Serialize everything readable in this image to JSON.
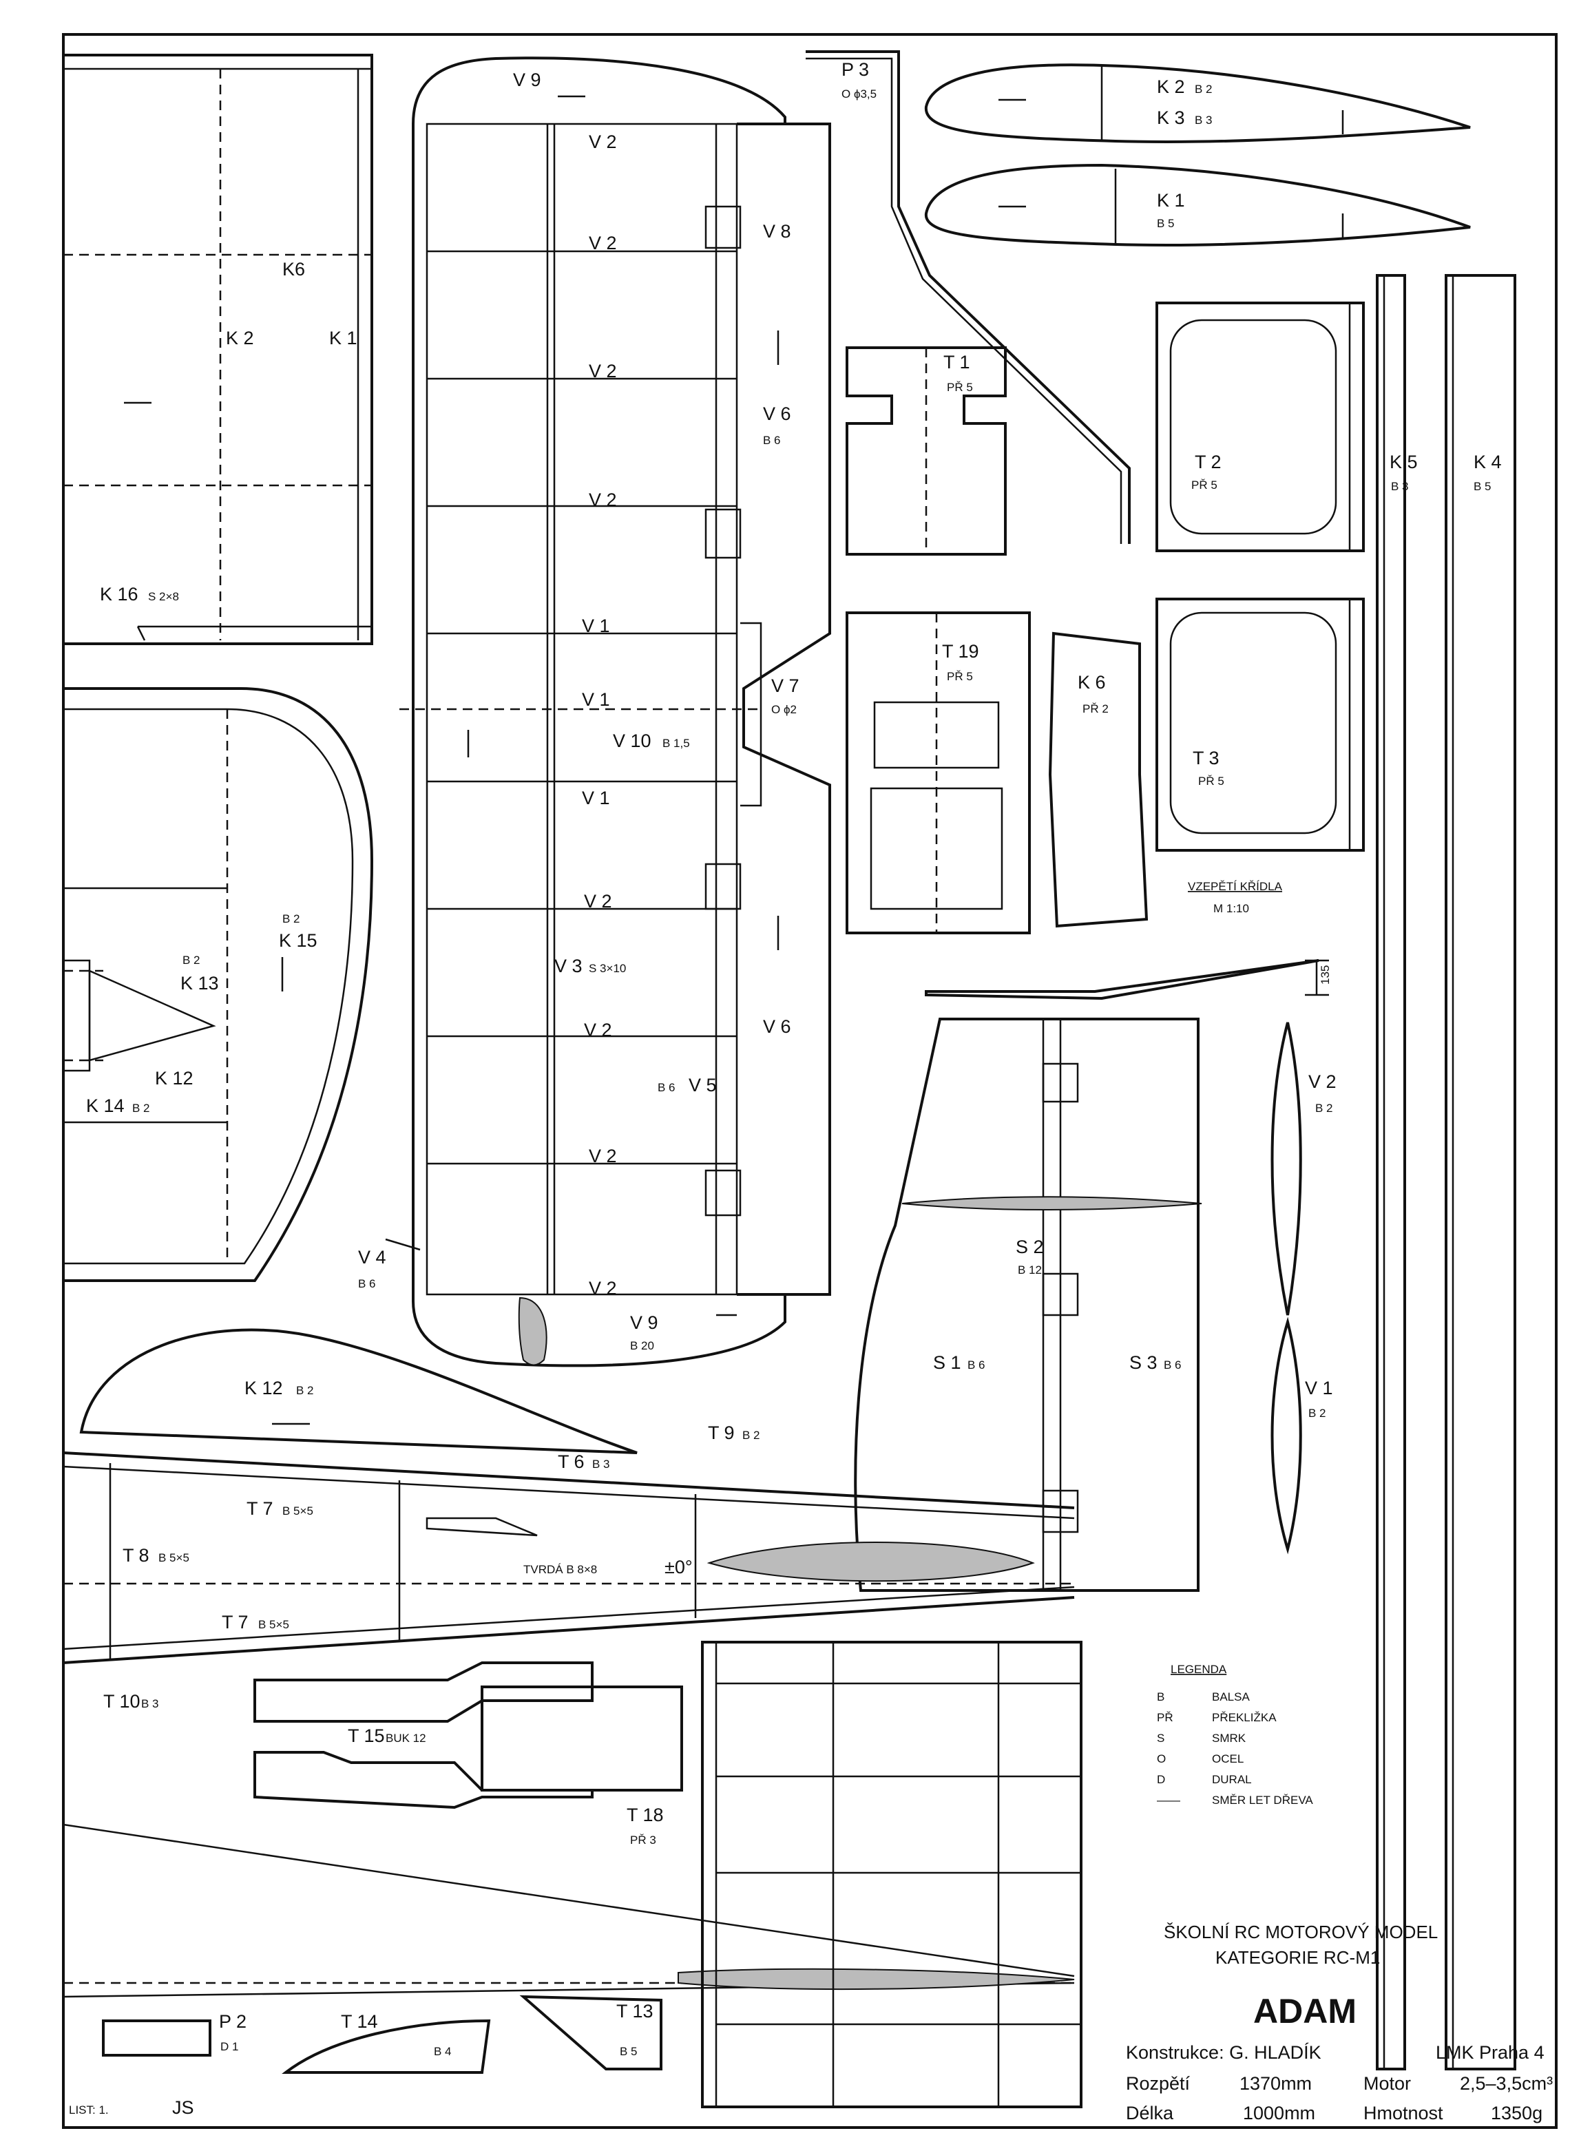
{
  "title_block": {
    "line1": "ŠKOLNÍ RC MOTOROVÝ MODEL",
    "line2": "KATEGORIE RC-M1",
    "name": "ADAM",
    "designer": "Konstrukce: G. HLADÍK",
    "club": "LMK Praha 4",
    "span_label": "Rozpětí",
    "span_value": "1370mm",
    "motor_label": "Motor",
    "motor_value": "2,5–3,5cm³",
    "length_label": "Délka",
    "length_value": "1000mm",
    "mass_label": "Hmotnost",
    "mass_value": "1350g"
  },
  "sheet": {
    "label": "LIST: 1.",
    "author": "JS"
  },
  "legend": {
    "title": "LEGENDA",
    "items": [
      {
        "code": "B",
        "text": "BALSA"
      },
      {
        "code": "PŘ",
        "text": "PŘEKLIŽKA"
      },
      {
        "code": "S",
        "text": "SMRK"
      },
      {
        "code": "O",
        "text": "OCEL"
      },
      {
        "code": "D",
        "text": "DURAL"
      },
      {
        "code": "——",
        "text": "SMĚR LET DŘEVA"
      }
    ]
  },
  "dihedral": {
    "title": "VZEPĚTÍ KŘÍDLA",
    "scale": "M 1:10",
    "dim": "135"
  },
  "wing": {
    "v9_top": "V 9",
    "v2": "V 2",
    "v1": "V 1",
    "v8": "V 8",
    "v7": "V 7",
    "v7_spec": "O ϕ2",
    "v10": "V 10",
    "v10_spec": "B 1,5",
    "v6": "V 6",
    "v6_spec": "B 6",
    "v3": "V 3",
    "v3_spec": "S 3×10",
    "v5": "V 5",
    "v5_spec": "B 6",
    "v4": "V 4",
    "v4_spec": "B 6",
    "v9_bot": "V 9",
    "v9_spec": "B 20"
  },
  "tail": {
    "k6": "K6",
    "k2": "K 2",
    "k1": "K 1",
    "k16": "K 16",
    "k16_spec": "S 2×8",
    "k15": "K 15",
    "k15_spec": "B 2",
    "k13": "K 13",
    "k13_spec": "B 2",
    "k12": "K 12",
    "k14": "K 14",
    "k14_spec": "B 2",
    "k12b": "K 12",
    "k12b_spec": "B 2"
  },
  "parts": {
    "p3": "P 3",
    "p3_spec": "O ϕ3,5",
    "k2": "K 2",
    "k2_spec": "B 2",
    "k3": "K 3",
    "k3_spec": "B 3",
    "k1": "K 1",
    "k1_spec": "B 5",
    "t1": "T 1",
    "t1_spec": "PŘ 5",
    "t2": "T 2",
    "t2_spec": "PŘ 5",
    "t3": "T 3",
    "t3_spec": "PŘ 5",
    "t19": "T 19",
    "t19_spec": "PŘ 5",
    "k6": "K 6",
    "k6_spec": "PŘ 2",
    "k5": "K 5",
    "k5_spec": "B 3",
    "k4": "K 4",
    "k4_spec": "B 5",
    "v2": "V 2",
    "v2_spec": "B 2",
    "v1": "V 1",
    "v1_spec": "B 2"
  },
  "fin": {
    "s2": "S 2",
    "s2_spec": "B 12",
    "s1": "S 1",
    "s1_spec": "B 6",
    "s3": "S 3",
    "s3_spec": "B 6"
  },
  "fuselage": {
    "t6": "T 6",
    "t6_spec": "B 3",
    "t9": "T 9",
    "t9_spec": "B 2",
    "t7a": "T 7",
    "t7a_spec": "B 5×5",
    "t8": "T 8",
    "t8_spec": "B 5×5",
    "tvrda": "TVRDÁ B 8×8",
    "zero": "±0°",
    "t7b": "T 7",
    "t7b_spec": "B 5×5",
    "t10": "T 10",
    "t10_spec": "B 3",
    "t15": "T 15",
    "t15_spec": "BUK 12",
    "t18": "T 18",
    "t18_spec": "PŘ 3",
    "p2": "P 2",
    "p2_spec": "D 1",
    "t14": "T 14",
    "t14_spec": "B 4",
    "t13": "T 13",
    "t13_spec": "B 5"
  }
}
